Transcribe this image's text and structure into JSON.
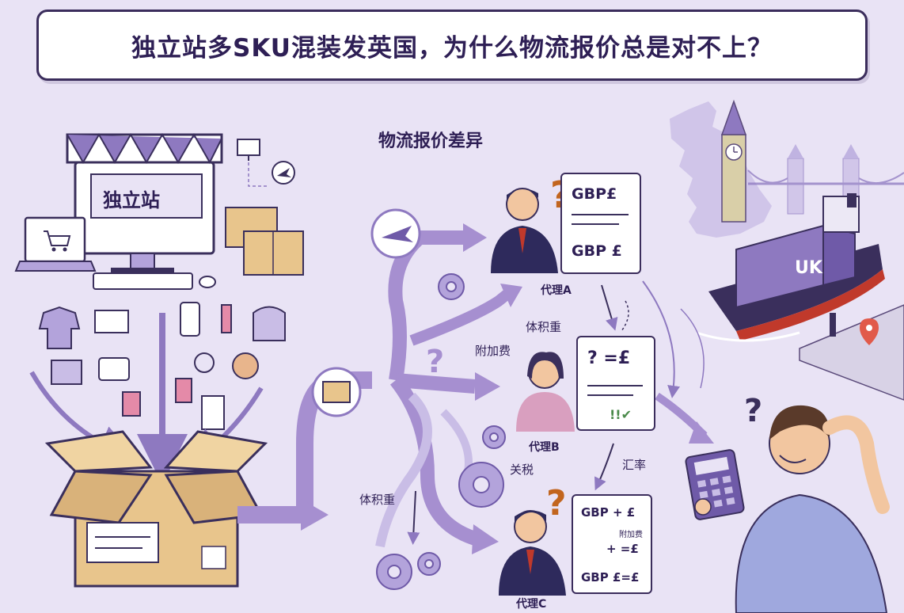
{
  "title": "独立站多SKU混装发英国，为什么物流报价总是对不上？",
  "subtitle": "物流报价差异",
  "store": {
    "sign": "独立站"
  },
  "ship": {
    "label": "UK"
  },
  "agents": [
    {
      "name": "代理A",
      "lines": [
        "GBP£",
        "GBP £"
      ]
    },
    {
      "name": "代理B",
      "lines": [
        "? =£",
        "!!✔"
      ]
    },
    {
      "name": "代理C",
      "lines": [
        "GBP +  £",
        "附加费",
        "+ =£",
        "GBP £=£"
      ]
    }
  ],
  "factors": {
    "volume_weight_top": "体积重",
    "surcharge": "附加费",
    "exchange_rate": "汇率",
    "tariff": "关税",
    "volume_weight_bottom": "体积重"
  },
  "colors": {
    "accent": "#8e79c0",
    "arrow": "#a68fd0",
    "pound": "#c2651e",
    "navy": "#2e2a5c"
  },
  "icons": [
    "awning-store-icon",
    "monitor-icon",
    "laptop-icon",
    "cart-icon",
    "keyboard-icon",
    "mouse-icon",
    "cardboard-box-icon",
    "airplane-icon",
    "gear-icon",
    "question-icon",
    "calculator-icon",
    "big-ben-icon",
    "tower-bridge-icon",
    "uk-map-icon",
    "cargo-ship-icon",
    "location-pin-icon"
  ]
}
